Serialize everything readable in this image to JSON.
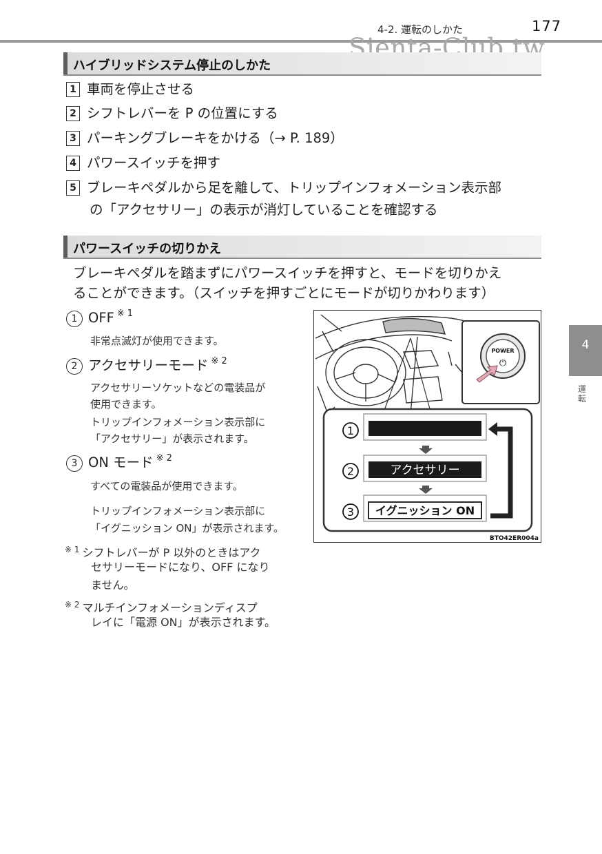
{
  "header": {
    "chapter": "4-2. 運転のしかた",
    "page_number": "177",
    "watermark": "Sienta-Club.tw"
  },
  "section1": {
    "title": "ハイブリッドシステム停止のしかた",
    "steps": [
      {
        "num": "1",
        "text": "車両を停止させる"
      },
      {
        "num": "2",
        "text": "シフトレバーを P の位置にする"
      },
      {
        "num": "3",
        "text": "パーキングブレーキをかける（→ P. 189）"
      },
      {
        "num": "4",
        "text": "パワースイッチを押す"
      },
      {
        "num": "5",
        "text": "ブレーキペダルから足を離して、トリップインフォメーション表示部",
        "cont": "の「アクセサリー」の表示が消灯していることを確認する"
      }
    ]
  },
  "section2": {
    "title": "パワースイッチの切りかえ",
    "intro_line1": "ブレーキペダルを踏まずにパワースイッチを押すと、モードを切りかえ",
    "intro_line2": "ることができます。（スイッチを押すごとにモードが切りかわります）",
    "modes": [
      {
        "num": "1",
        "label": "OFF",
        "mark": "※ 1",
        "desc": [
          "非常点滅灯が使用できます。"
        ]
      },
      {
        "num": "2",
        "label": "アクセサリーモード",
        "mark": "※ 2",
        "desc": [
          "アクセサリーソケットなどの電装品が",
          "使用できます。",
          "トリップインフォメーション表示部に",
          "「アクセサリー」が表示されます。"
        ]
      },
      {
        "num": "3",
        "label": "ON モード",
        "mark": "※ 2",
        "desc": [
          "すべての電装品が使用できます。",
          "トリップインフォメーション表示部に",
          "「イグニッション ON」が表示されます。"
        ]
      }
    ],
    "notes": [
      {
        "mark": "※ 1",
        "line1": "シフトレバーが P 以外のときはアク",
        "line2": "セサリーモードになり、OFF になり",
        "line3": "ません。"
      },
      {
        "mark": "※ 2",
        "line1": "マルチインフォメーションディスプ",
        "line2": "レイに「電源 ON」が表示されます。"
      }
    ]
  },
  "figure": {
    "power_label": "POWER",
    "power_symbol": "⏻",
    "display_labels": [
      "",
      "アクセサリー",
      "イグニッション ON"
    ],
    "circle_nums": [
      "1",
      "2",
      "3"
    ],
    "code": "BTO42ER004a"
  },
  "side_tab": {
    "number": "4",
    "label": "運転"
  }
}
